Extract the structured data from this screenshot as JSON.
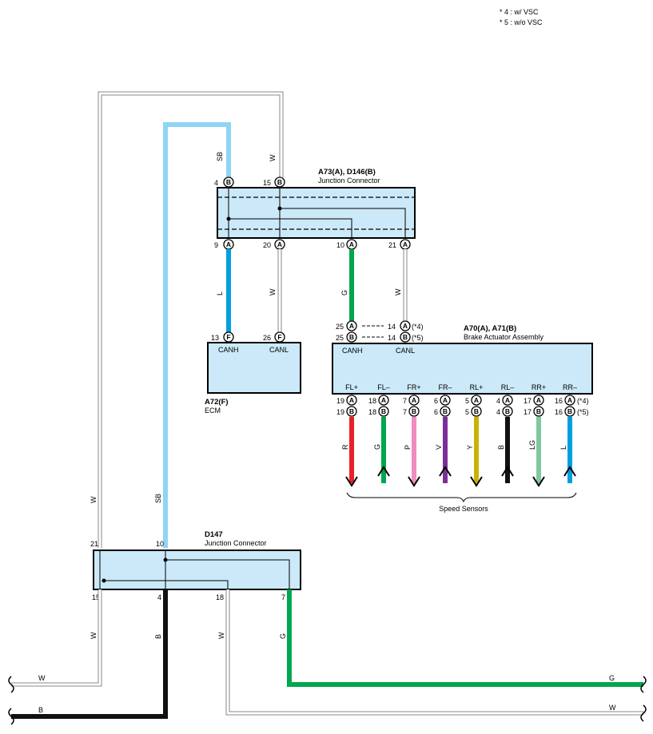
{
  "notes": [
    "* 4 : w/ VSC",
    "* 5 : w/o VSC"
  ],
  "components": {
    "a73": {
      "name": "A73(A), D146(B)",
      "desc": "Junction Connector"
    },
    "a72": {
      "name": "A72(F)",
      "desc": "ECM",
      "canh": "CANH",
      "canl": "CANL"
    },
    "a70": {
      "name": "A70(A), A71(B)",
      "desc": "Brake Actuator Assembly",
      "canh": "CANH",
      "canl": "CANL"
    },
    "d147": {
      "name": "D147",
      "desc": "Junction Connector"
    }
  },
  "a73_pins": {
    "top": [
      {
        "num": "4",
        "letter": "B"
      },
      {
        "num": "15",
        "letter": "B"
      }
    ],
    "bottom": [
      {
        "num": "9",
        "letter": "A"
      },
      {
        "num": "20",
        "letter": "A"
      },
      {
        "num": "10",
        "letter": "A"
      },
      {
        "num": "21",
        "letter": "A"
      }
    ]
  },
  "a72_pins": [
    {
      "num": "13",
      "letter": "F"
    },
    {
      "num": "26",
      "letter": "F"
    }
  ],
  "a70_can": {
    "left": [
      {
        "num": "25",
        "letter": "A"
      },
      {
        "num": "25",
        "letter": "B"
      }
    ],
    "right": [
      {
        "num": "14",
        "letter": "A",
        "note": "(*4)"
      },
      {
        "num": "14",
        "letter": "B",
        "note": "(*5)"
      }
    ]
  },
  "sensors": [
    {
      "label": "FL+",
      "na": "19",
      "nb": "19",
      "color": "R",
      "arrow": "down",
      "hex": "#e8202a"
    },
    {
      "label": "FL–",
      "na": "18",
      "nb": "18",
      "color": "G",
      "arrow": "up",
      "hex": "#00a650"
    },
    {
      "label": "FR+",
      "na": "7",
      "nb": "7",
      "color": "P",
      "arrow": "down",
      "hex": "#f08cc0"
    },
    {
      "label": "FR–",
      "na": "6",
      "nb": "6",
      "color": "V",
      "arrow": "up",
      "hex": "#7b2f9a"
    },
    {
      "label": "RL+",
      "na": "5",
      "nb": "5",
      "color": "Y",
      "arrow": "down",
      "hex": "#ffe600"
    },
    {
      "label": "RL–",
      "na": "4",
      "nb": "4",
      "color": "B",
      "arrow": "up",
      "hex": "#111111"
    },
    {
      "label": "RR+",
      "na": "17",
      "nb": "17",
      "color": "LG",
      "arrow": "down",
      "hex": "#80c8a0"
    },
    {
      "label": "RR–",
      "na": "16",
      "nb": "16",
      "color": "L",
      "arrow": "up",
      "hex": "#00a0e0"
    }
  ],
  "sensor_notes": [
    "(*4)",
    "(*5)"
  ],
  "speed_sensors": "Speed Sensors",
  "d147_pins": {
    "top": [
      "21",
      "10"
    ],
    "bottom": [
      "15",
      "4",
      "18",
      "7"
    ]
  },
  "wire_labels": {
    "sb_top": "SB",
    "w_top": "W",
    "l": "L",
    "w_mid": "W",
    "g_mid": "G",
    "w_right": "W",
    "w_left": "W",
    "sb_left": "SB",
    "w_d1": "W",
    "b_d": "B",
    "w_d2": "W",
    "g_d": "G",
    "w_exit": "W",
    "b_exit": "B",
    "g_exit": "G",
    "w_exit2": "W"
  },
  "colors": {
    "sb": "#8fd4f5",
    "l": "#00a0e0",
    "g": "#00a650",
    "b": "#111111",
    "white_wire": "#8a8a8a",
    "box_fill": "#cbe9f8"
  }
}
